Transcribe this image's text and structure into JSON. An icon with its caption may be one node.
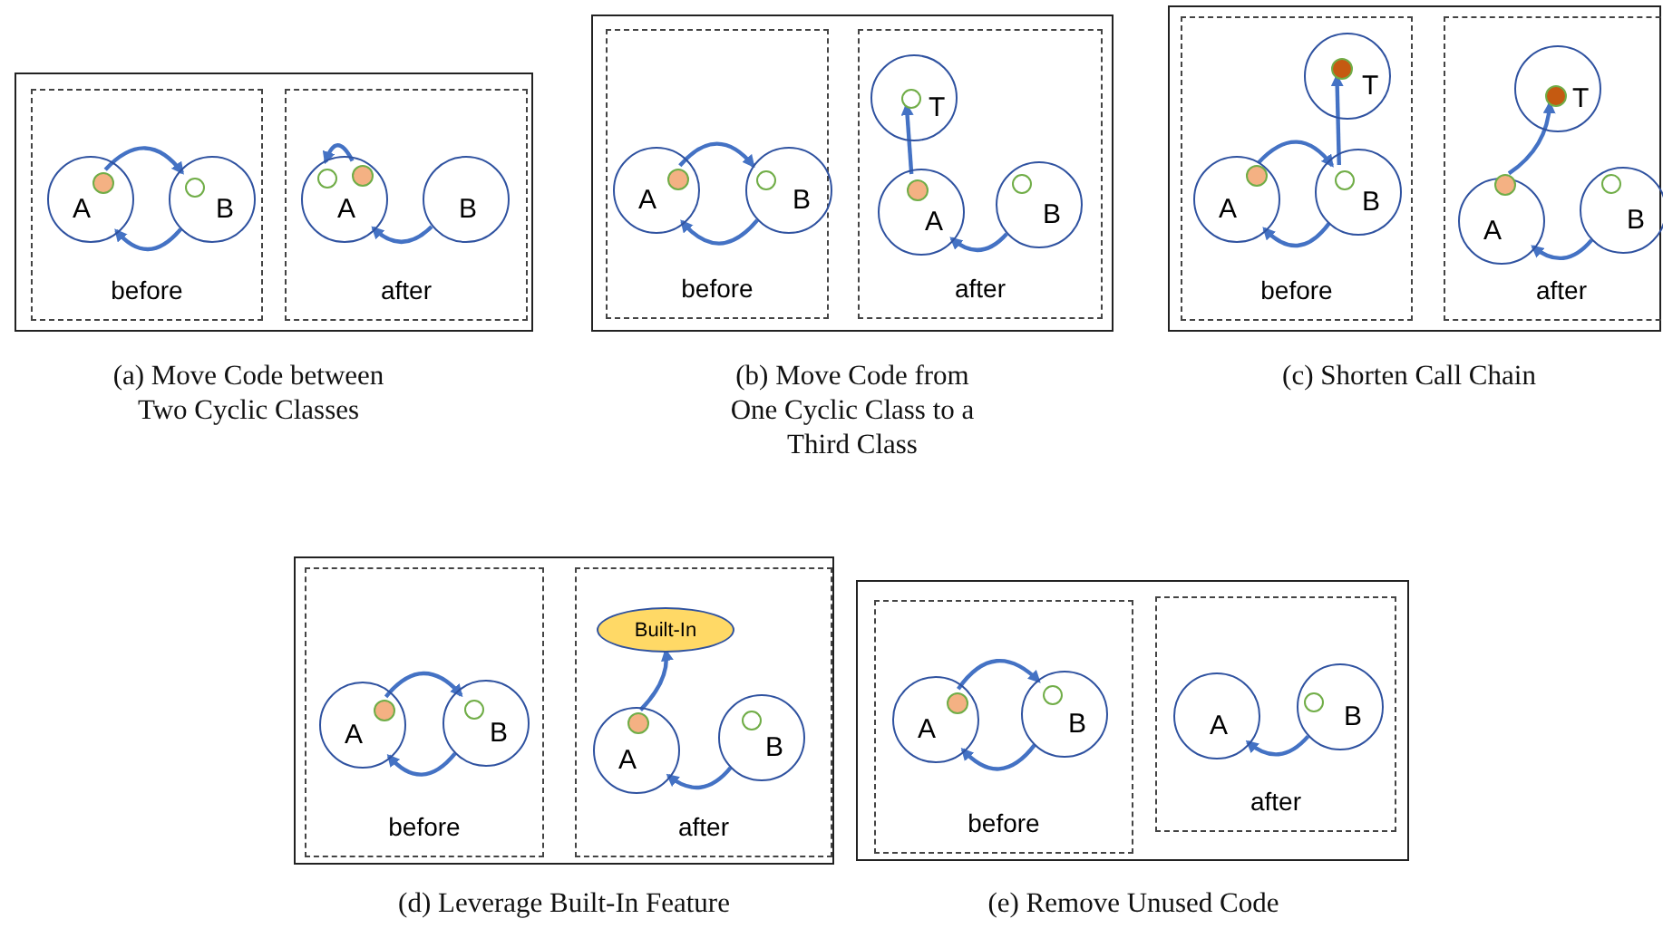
{
  "diagram": {
    "nodes": [
      {
        "text": [],
        "shape": "box",
        "beside": [
          "(a) Move Code between Two Cyclic Classes"
        ]
      },
      {
        "text": [
          "before"
        ],
        "in": 0
      },
      {
        "text": [
          "A"
        ],
        "in": 1
      },
      {
        "text": [],
        "shape": "circle",
        "in": 2
      },
      {
        "text": [
          "B"
        ],
        "in": 1
      },
      {
        "text": [],
        "shape": "circle",
        "in": 4
      },
      {
        "text": [
          "after"
        ],
        "in": 0
      },
      {
        "text": [
          "A"
        ],
        "in": 6
      },
      {
        "text": [],
        "shape": "circle",
        "in": 7
      },
      {
        "text": [],
        "shape": "circle",
        "in": 7
      },
      {
        "text": [
          "B"
        ],
        "in": 6
      },
      {
        "text": [],
        "shape": "box",
        "beside": [
          "(b) Move Code from One Cyclic Class to a Third Class"
        ]
      },
      {
        "text": [
          "before"
        ],
        "in": 11
      },
      {
        "text": [
          "A"
        ],
        "in": 12
      },
      {
        "text": [],
        "shape": "circle",
        "in": 13
      },
      {
        "text": [
          "B"
        ],
        "in": 12
      },
      {
        "text": [],
        "shape": "circle",
        "in": 15
      },
      {
        "text": [
          "after"
        ],
        "in": 11
      },
      {
        "text": [
          "T"
        ],
        "in": 17
      },
      {
        "text": [],
        "shape": "circle",
        "in": 18
      },
      {
        "text": [
          "A"
        ],
        "in": 17
      },
      {
        "text": [],
        "shape": "circle",
        "in": 20
      },
      {
        "text": [
          "B"
        ],
        "in": 17
      },
      {
        "text": [],
        "shape": "circle",
        "in": 22
      },
      {
        "text": [],
        "shape": "box",
        "beside": [
          "(c) Shorten Call Chain"
        ]
      },
      {
        "text": [
          "before"
        ],
        "in": 24
      },
      {
        "text": [
          "T"
        ],
        "in": 25
      },
      {
        "text": [],
        "shape": "circle",
        "in": 26
      },
      {
        "text": [
          "A"
        ],
        "in": 25
      },
      {
        "text": [],
        "shape": "circle",
        "in": 28
      },
      {
        "text": [
          "B"
        ],
        "in": 25
      },
      {
        "text": [],
        "shape": "circle",
        "in": 30
      },
      {
        "text": [
          "after"
        ],
        "in": 24
      },
      {
        "text": [
          "T"
        ],
        "in": 32
      },
      {
        "text": [],
        "shape": "circle",
        "in": 33
      },
      {
        "text": [
          "A"
        ],
        "in": 32
      },
      {
        "text": [],
        "shape": "circle",
        "in": 35
      },
      {
        "text": [
          "B"
        ],
        "in": 32
      },
      {
        "text": [],
        "shape": "circle",
        "in": 37
      },
      {
        "text": [],
        "shape": "box",
        "beside": [
          "(d) Leverage Built-In Feature"
        ]
      },
      {
        "text": [
          "before"
        ],
        "in": 39
      },
      {
        "text": [
          "A"
        ],
        "in": 40
      },
      {
        "text": [],
        "shape": "circle",
        "in": 41
      },
      {
        "text": [
          "B"
        ],
        "in": 40
      },
      {
        "text": [],
        "shape": "circle",
        "in": 43
      },
      {
        "text": [
          "after"
        ],
        "in": 39
      },
      {
        "text": [
          "Built-In"
        ],
        "in": 45
      },
      {
        "text": [
          "A"
        ],
        "in": 45
      },
      {
        "text": [],
        "shape": "circle",
        "in": 47
      },
      {
        "text": [
          "B"
        ],
        "in": 45
      },
      {
        "text": [],
        "shape": "circle",
        "in": 49
      },
      {
        "text": [],
        "shape": "box",
        "beside": [
          "(e) Remove Unused Code"
        ]
      },
      {
        "text": [
          "before"
        ],
        "in": 51
      },
      {
        "text": [
          "A"
        ],
        "in": 52
      },
      {
        "text": [],
        "shape": "circle",
        "in": 53
      },
      {
        "text": [
          "B"
        ],
        "in": 52
      },
      {
        "text": [],
        "shape": "circle",
        "in": 55
      },
      {
        "text": [
          "after"
        ],
        "in": 51
      },
      {
        "text": [
          "A"
        ],
        "in": 57
      },
      {
        "text": [
          "B"
        ],
        "in": 57
      },
      {
        "text": [],
        "shape": "circle",
        "in": 59
      }
    ],
    "edges": [
      {
        "from": 3,
        "to": 5,
        "arrow": "to"
      },
      {
        "from": 4,
        "to": 2,
        "arrow": "to"
      },
      {
        "from": 9,
        "to": 8,
        "arrow": "to"
      },
      {
        "from": 10,
        "to": 7,
        "arrow": "to"
      },
      {
        "from": 14,
        "to": 16,
        "arrow": "to"
      },
      {
        "from": 15,
        "to": 13,
        "arrow": "to"
      },
      {
        "from": 21,
        "to": 19,
        "arrow": "to"
      },
      {
        "from": 22,
        "to": 20,
        "arrow": "to"
      },
      {
        "from": 29,
        "to": 31,
        "arrow": "to"
      },
      {
        "from": 31,
        "to": 27,
        "arrow": "to"
      },
      {
        "from": 30,
        "to": 28,
        "arrow": "to"
      },
      {
        "from": 36,
        "to": 34,
        "arrow": "to"
      },
      {
        "from": 37,
        "to": 35,
        "arrow": "to"
      },
      {
        "from": 42,
        "to": 44,
        "arrow": "to"
      },
      {
        "from": 43,
        "to": 41,
        "arrow": "to"
      },
      {
        "from": 48,
        "to": 46,
        "arrow": "to"
      },
      {
        "from": 49,
        "to": 47,
        "arrow": "to"
      },
      {
        "from": 54,
        "to": 56,
        "arrow": "to"
      },
      {
        "from": 55,
        "to": 53,
        "arrow": "to"
      },
      {
        "from": 59,
        "to": 58,
        "arrow": "to"
      }
    ]
  }
}
